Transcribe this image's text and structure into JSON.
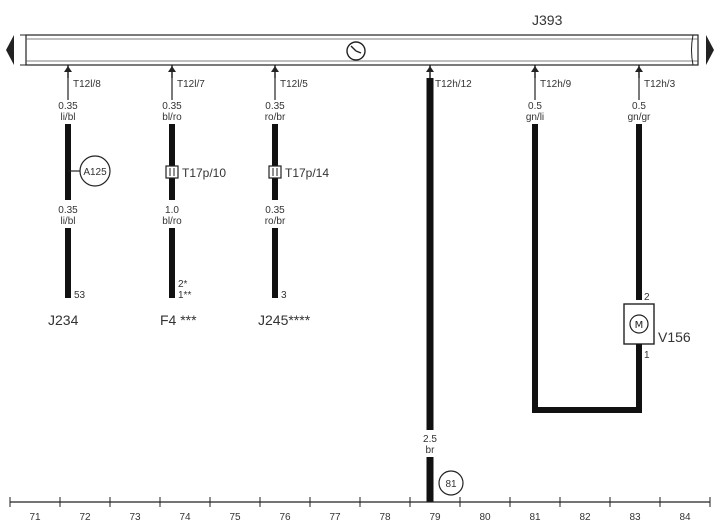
{
  "control_unit": {
    "name": "J393",
    "symbol": "clock-icon"
  },
  "connectors": {
    "t12l_8": "T12l/8",
    "t12l_7": "T12l/7",
    "t12l_5": "T12l/5",
    "t12h_12": "T12h/12",
    "t12h_9": "T12h/9",
    "t12h_3": "T12h/3",
    "t17p_10": "T17p/10",
    "t17p_14": "T17p/14"
  },
  "wires": {
    "w1_top_size": "0.35",
    "w1_top_color": "li/bl",
    "w1_bot_size": "0.35",
    "w1_bot_color": "li/bl",
    "w2_top_size": "0.35",
    "w2_top_color": "bl/ro",
    "w2_bot_size": "1.0",
    "w2_bot_color": "bl/ro",
    "w3_top_size": "0.35",
    "w3_top_color": "ro/br",
    "w3_bot_size": "0.35",
    "w3_bot_color": "ro/br",
    "w4_size": "2.5",
    "w4_color": "br",
    "w5_size": "0.5",
    "w5_color": "gn/li",
    "w6_size": "0.5",
    "w6_color": "gn/gr"
  },
  "splice": "A125",
  "ground": "81",
  "pins": {
    "j234_pin": "53",
    "f4_pin_a": "2*",
    "f4_pin_b": "1**",
    "j245_pin": "3",
    "v156_pin_top": "2",
    "v156_pin_bot": "1"
  },
  "components": {
    "j234": "J234",
    "f4": "F4 ***",
    "j245": "J245****",
    "v156": "V156"
  },
  "axis_ticks": [
    "71",
    "72",
    "73",
    "74",
    "75",
    "76",
    "77",
    "78",
    "79",
    "80",
    "81",
    "82",
    "83",
    "84"
  ]
}
